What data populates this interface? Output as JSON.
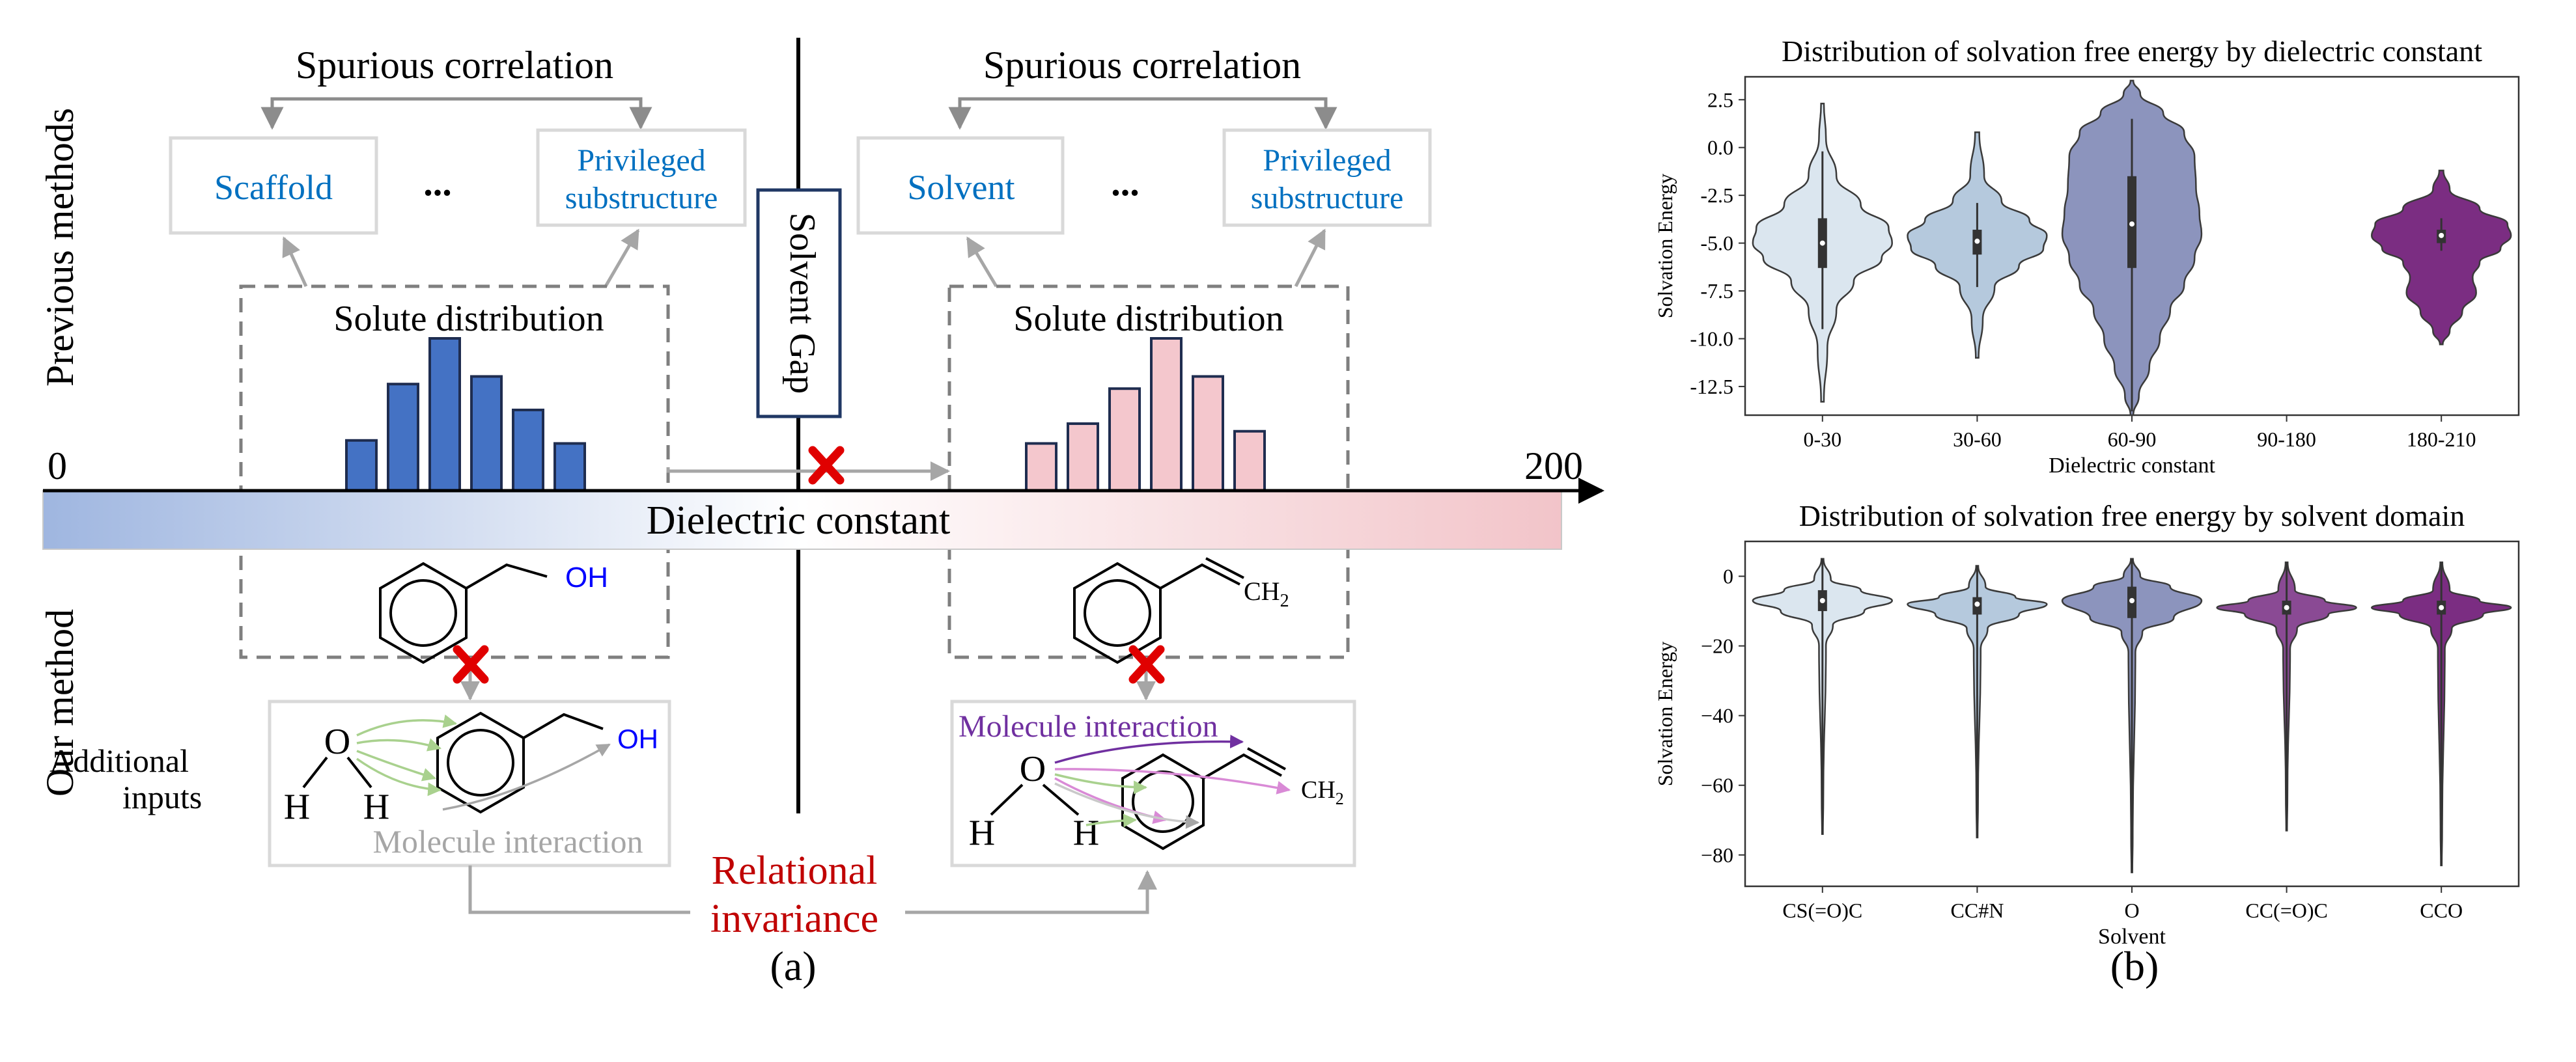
{
  "panel_a": {
    "label": "(a)",
    "row_labels": {
      "top": "Previous methods",
      "bottom": "Our method"
    },
    "left_spurious": "Spurious correlation",
    "right_spurious": "Spurious correlation",
    "left_box1": "Scaffold",
    "left_box2_line1": "Privileged",
    "left_box2_line2": "substructure",
    "right_box1": "Solvent",
    "right_box2_line1": "Privileged",
    "right_box2_line2": "substructure",
    "ellipsis": "...",
    "solute_distribution": "Solute distribution",
    "solvent_gap": "Solvent Gap",
    "axis_title": "Dielectric constant",
    "axis_min": "0",
    "axis_max": "200",
    "oh": "OH",
    "ch2": "CH",
    "ch2_sub": "2",
    "water_o": "O",
    "water_h": "H",
    "additional_line1": "Additional",
    "additional_line2": "inputs",
    "molecule_interaction": "Molecule interaction",
    "relational_line1": "Relational",
    "relational_line2": "invariance",
    "left_hist": [
      0.33,
      0.7,
      1.0,
      0.75,
      0.53,
      0.31
    ],
    "right_hist": [
      0.31,
      0.44,
      0.67,
      1.0,
      0.75,
      0.39
    ],
    "colors": {
      "blue_bar": "#4472c4",
      "pink_bar": "#f4c7cd",
      "blue_text": "#0070c0",
      "red_text": "#c00000",
      "purple": "#7030a0",
      "red_x": "#e00000",
      "gray": "#8c8c8c"
    }
  },
  "panel_b": {
    "label": "(b)",
    "chart_data": [
      {
        "type": "violin",
        "title": "Distribution of solvation free energy by dielectric constant",
        "xlabel": "Dielectric constant",
        "ylabel": "Solvation Energy",
        "categories": [
          "0-30",
          "30-60",
          "60-90",
          "90-180",
          "180-210"
        ],
        "ylim": [
          -14,
          3.7
        ],
        "yticks": [
          2.5,
          0.0,
          -2.5,
          -5.0,
          -7.5,
          -10.0,
          -12.5
        ],
        "ytick_labels": [
          "2.5",
          "0.0",
          "-2.5",
          "-5.0",
          "-7.5",
          "-10.0",
          "-12.5"
        ],
        "series": [
          {
            "category": "0-30",
            "min": -13.3,
            "q1": -6.3,
            "median": -5.0,
            "q3": -3.7,
            "max": 2.3,
            "lower_whisker": -9.5,
            "upper_whisker": -0.2,
            "color": "#dbe6ef",
            "profile": [
              [
                2.3,
                0.02
              ],
              [
                0.5,
                0.05
              ],
              [
                -1.5,
                0.2
              ],
              [
                -3.0,
                0.55
              ],
              [
                -4.2,
                0.95
              ],
              [
                -5.0,
                1.0
              ],
              [
                -5.8,
                0.85
              ],
              [
                -7.0,
                0.45
              ],
              [
                -8.5,
                0.2
              ],
              [
                -10.5,
                0.07
              ],
              [
                -13.3,
                0.02
              ]
            ]
          },
          {
            "category": "30-60",
            "min": -11.0,
            "q1": -5.6,
            "median": -4.9,
            "q3": -4.3,
            "max": 0.8,
            "lower_whisker": -7.3,
            "upper_whisker": -2.9,
            "color": "#b5c9dd",
            "profile": [
              [
                0.8,
                0.03
              ],
              [
                -1.5,
                0.1
              ],
              [
                -2.8,
                0.35
              ],
              [
                -3.8,
                0.75
              ],
              [
                -4.6,
                1.0
              ],
              [
                -5.3,
                0.95
              ],
              [
                -6.2,
                0.6
              ],
              [
                -7.3,
                0.25
              ],
              [
                -9.0,
                0.08
              ],
              [
                -11.0,
                0.02
              ]
            ]
          },
          {
            "category": "60-90",
            "min": -14.0,
            "q1": -6.3,
            "median": -4.0,
            "q3": -1.5,
            "max": 3.5,
            "lower_whisker": -13.8,
            "upper_whisker": 1.5,
            "color": "#8c94bd",
            "profile": [
              [
                3.5,
                0.02
              ],
              [
                2.8,
                0.12
              ],
              [
                1.8,
                0.45
              ],
              [
                0.8,
                0.75
              ],
              [
                -0.5,
                0.9
              ],
              [
                -2.0,
                0.92
              ],
              [
                -3.5,
                0.97
              ],
              [
                -4.5,
                1.0
              ],
              [
                -5.8,
                0.9
              ],
              [
                -7.2,
                0.75
              ],
              [
                -8.5,
                0.55
              ],
              [
                -10.0,
                0.4
              ],
              [
                -11.5,
                0.25
              ],
              [
                -13.0,
                0.1
              ],
              [
                -14.0,
                0.02
              ]
            ]
          },
          {
            "category": "180-210",
            "min": -10.3,
            "q1": -5.0,
            "median": -4.6,
            "q3": -4.3,
            "max": -1.2,
            "lower_whisker": -5.4,
            "upper_whisker": -3.7,
            "color": "#7b2d82",
            "profile": [
              [
                -1.2,
                0.03
              ],
              [
                -2.2,
                0.12
              ],
              [
                -3.2,
                0.55
              ],
              [
                -4.0,
                0.95
              ],
              [
                -4.6,
                1.0
              ],
              [
                -5.3,
                0.85
              ],
              [
                -6.0,
                0.55
              ],
              [
                -6.8,
                0.45
              ],
              [
                -7.6,
                0.5
              ],
              [
                -8.6,
                0.3
              ],
              [
                -9.6,
                0.12
              ],
              [
                -10.3,
                0.02
              ]
            ]
          }
        ]
      },
      {
        "type": "violin",
        "title": "Distribution of solvation free energy by solvent domain",
        "xlabel": "Solvent",
        "ylabel": "Solvation Energy",
        "categories": [
          "CS(=O)C",
          "CC#N",
          "O",
          "CC(=O)C",
          "CCO"
        ],
        "ylim": [
          -89,
          10
        ],
        "yticks": [
          0,
          -20,
          -40,
          -60,
          -80
        ],
        "ytick_labels": [
          "0",
          "−20",
          "−40",
          "−60",
          "−80"
        ],
        "series": [
          {
            "category": "CS(=O)C",
            "min": -74,
            "q1": -10,
            "median": -7,
            "q3": -4,
            "max": 5,
            "color": "#dbe6ef"
          },
          {
            "category": "CC#N",
            "min": -75,
            "q1": -11,
            "median": -8,
            "q3": -6,
            "max": 3,
            "color": "#b5c9dd"
          },
          {
            "category": "O",
            "min": -85,
            "q1": -12,
            "median": -7,
            "q3": -3,
            "max": 5,
            "color": "#8c94bd"
          },
          {
            "category": "CC(=O)C",
            "min": -73,
            "q1": -11,
            "median": -9,
            "q3": -7,
            "max": 4,
            "color": "#8a4a94"
          },
          {
            "category": "CCO",
            "min": -83,
            "q1": -11,
            "median": -9,
            "q3": -7,
            "max": 4,
            "color": "#7b2d82"
          }
        ]
      }
    ]
  }
}
